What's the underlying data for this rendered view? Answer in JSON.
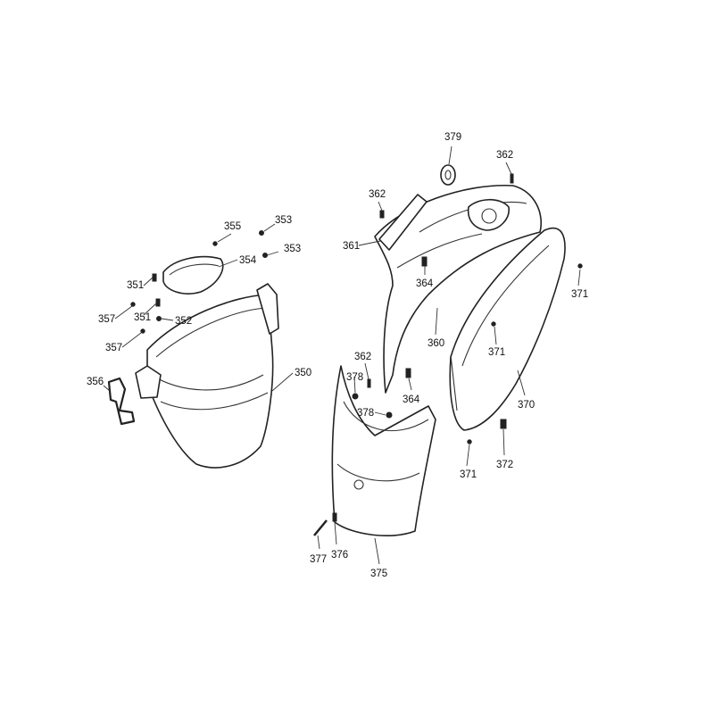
{
  "diagram": {
    "type": "exploded-parts-diagram",
    "colors": {
      "background": "#ffffff",
      "line": "#222222"
    },
    "labels": {
      "l379": "379",
      "l362a": "362",
      "l362b": "362",
      "l362c": "362",
      "l355": "355",
      "l353a": "353",
      "l353b": "353",
      "l354": "354",
      "l351a": "351",
      "l351b": "351",
      "l357a": "357",
      "l357b": "357",
      "l352": "352",
      "l356": "356",
      "l350": "350",
      "l361": "361",
      "l364a": "364",
      "l364b": "364",
      "l360": "360",
      "l371a": "371",
      "l371b": "371",
      "l371c": "371",
      "l370": "370",
      "l378a": "378",
      "l378b": "378",
      "l372": "372",
      "l377": "377",
      "l376": "376",
      "l375": "375"
    }
  }
}
